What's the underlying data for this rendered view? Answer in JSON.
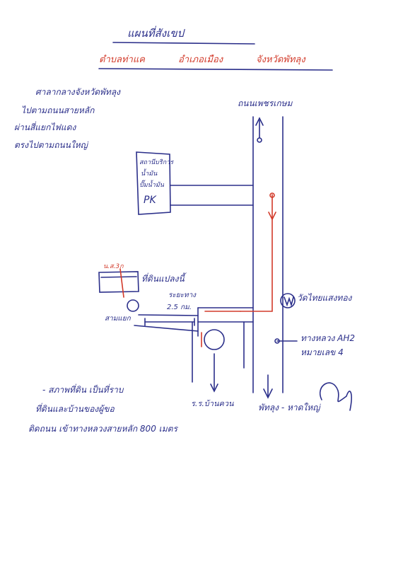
{
  "header": {
    "title": "แผนที่สังเขป",
    "subtitle_parts": [
      "ตำบลท่าแค",
      "อำเภอเมือง",
      "จังหวัดพัทลุง"
    ]
  },
  "directions_note": [
    "ศาลากลางจังหวัดพัทลุง",
    "ไปตามถนนสายหลัก",
    "ผ่านสี่แยกไฟแดง",
    "ตรงไปตามถนนใหญ่"
  ],
  "labels": {
    "top_road": "ถนนเพชรเกษม",
    "building_box": [
      "สถานีบริการ",
      "น้ำมัน",
      "ปั๊มน้ำมัน",
      "PK"
    ],
    "plot_id": "น.ส.3ก",
    "plot_label": "ที่ดินแปลงนี้",
    "measure_label": "ระยะทาง",
    "measure_value": "2.5 กม.",
    "junction": "สามแยก",
    "circle_right": "วัดไทยแสงทอง",
    "highway_label": "ทางหลวง AH2",
    "highway_sub": "หมายเลข 4",
    "school": "ร.ร.บ้านควน",
    "bottom_right": "พัทลุง - หาดใหญ่",
    "circle_center_mark": "W"
  },
  "bottom_note": [
    "- สภาพที่ดิน เป็นที่ราบ",
    "ที่ดินและบ้านของผู้ขอ",
    "ติดถนน เข้าทางหลวงสายหลัก 800 เมตร"
  ],
  "colors": {
    "ink": "#2b2f8a",
    "route": "#d23a2a"
  }
}
